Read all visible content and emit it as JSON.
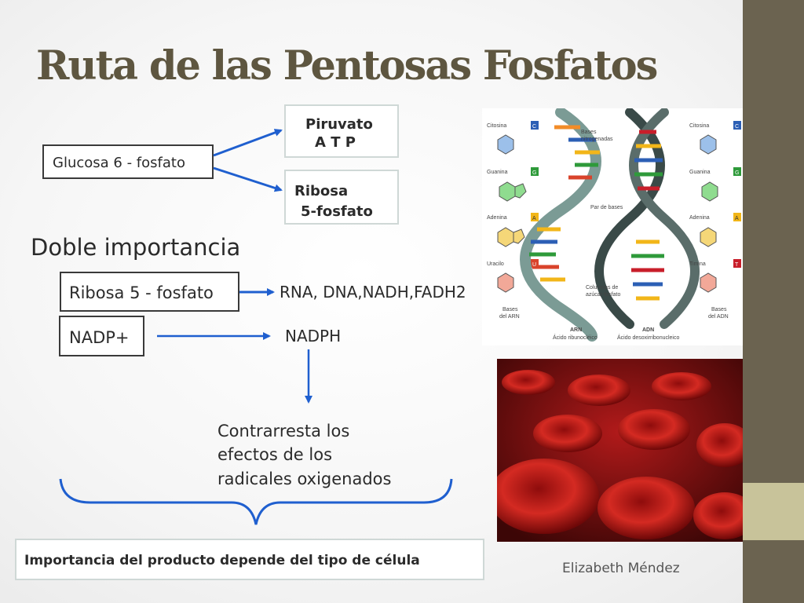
{
  "slide": {
    "title": "Ruta de las Pentosas Fosfatos",
    "author": "Elizabeth Méndez"
  },
  "diagram": {
    "source": "Glucosa 6 - fosfato",
    "product_1_line_1": "Piruvato",
    "product_1_line_2": "A T P",
    "product_2_line_1": "Ribosa",
    "product_2_line_2": "5-fosfato"
  },
  "importance": {
    "heading": "Doble importancia",
    "item_1": "Ribosa 5 - fosfato",
    "item_1_result": "RNA, DNA,NADH,FADH2",
    "item_2": "NADP+",
    "item_2_result": "NADPH",
    "effect_line_1": "Contrarresta los",
    "effect_line_2": "efectos de los",
    "effect_line_3": "radicales oxigenados",
    "conclusion": "Importancia del producto depende del tipo de célula"
  },
  "dna_figure": {
    "left_base_1": "Citosina",
    "left_code_1": "C",
    "left_base_2": "Guanina",
    "left_code_2": "G",
    "left_base_3": "Adenina",
    "left_code_3": "A",
    "left_base_4": "Uracilo",
    "left_code_4": "U",
    "right_base_1": "Citosina",
    "right_code_1": "C",
    "right_base_2": "Guanina",
    "right_code_2": "G",
    "right_base_3": "Adenina",
    "right_code_3": "A",
    "right_base_4": "Timina",
    "right_code_4": "T",
    "label_bases_line_1": "Bases",
    "label_bases_line_2": "nitrogenadas",
    "label_pair": "Par de bases",
    "label_columns_line_1": "Columnas de",
    "label_columns_line_2": "azúcar-fosfato",
    "rna_bases_line_1": "Bases",
    "rna_bases_line_2": "del ARN",
    "dna_bases_line_1": "Bases",
    "dna_bases_line_2": "del ADN",
    "rna_title": "ARN",
    "rna_subtitle": "Ácido ribunocléico",
    "dna_title": "ADN",
    "dna_subtitle": "Ácido desoxirribonucleico"
  },
  "colors": {
    "title": "#5e5640",
    "sidebar": "#6b6350",
    "sidebar_band": "#c8c39a",
    "arrow": "#1f5fcf",
    "cytosine": "#2c5fb5",
    "guanine": "#2e9a3a",
    "adenine": "#f2b619",
    "uracil": "#d9432b",
    "thymine": "#c81e2a"
  }
}
